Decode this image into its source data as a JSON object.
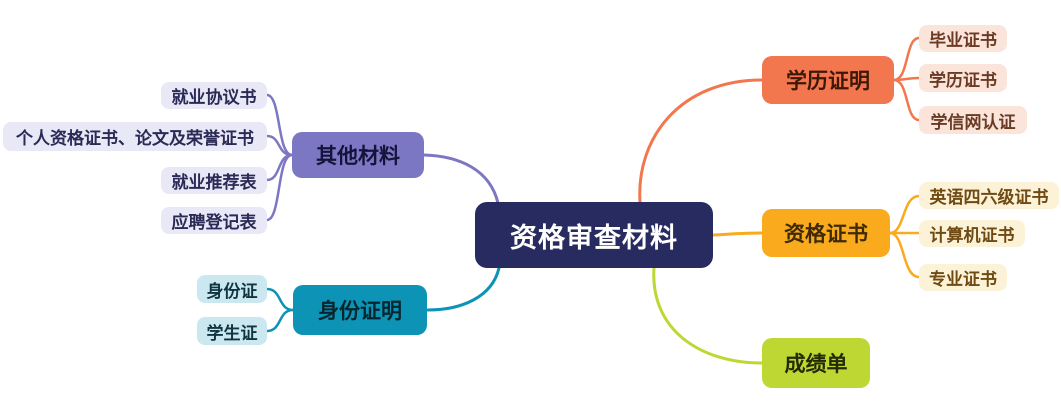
{
  "center": {
    "label": "资格审查材料",
    "bg": "#272B60",
    "text_color": "#FFFFFF"
  },
  "branches": [
    {
      "label": "学历证明",
      "color": "#F2774E",
      "label_color": "#3D1708",
      "child_bg": "#FBE5DB",
      "child_text": "#6B3A24",
      "side": "right",
      "children": [
        "毕业证书",
        "学历证书",
        "学信网认证"
      ]
    },
    {
      "label": "资格证书",
      "color": "#FAAA1D",
      "label_color": "#3F2A05",
      "child_bg": "#FCF2D8",
      "child_text": "#6F4A12",
      "side": "right",
      "children": [
        "英语四六级证书",
        "计算机证书",
        "专业证书"
      ]
    },
    {
      "label": "成绩单",
      "color": "#BED733",
      "label_color": "#222A06",
      "side": "right",
      "children": []
    },
    {
      "label": "其他材料",
      "color": "#7C77C3",
      "label_color": "#15133B",
      "child_bg": "#E9E8F6",
      "child_text": "#2B2A56",
      "side": "left",
      "children": [
        "就业协议书",
        "个人资格证书、论文及荣誉证书",
        "就业推荐表",
        "应聘登记表"
      ]
    },
    {
      "label": "身份证明",
      "color": "#0C93B5",
      "label_color": "#05262F",
      "child_bg": "#CBE7F0",
      "child_text": "#0F3540",
      "side": "left",
      "children": [
        "身份证",
        "学生证"
      ]
    }
  ]
}
